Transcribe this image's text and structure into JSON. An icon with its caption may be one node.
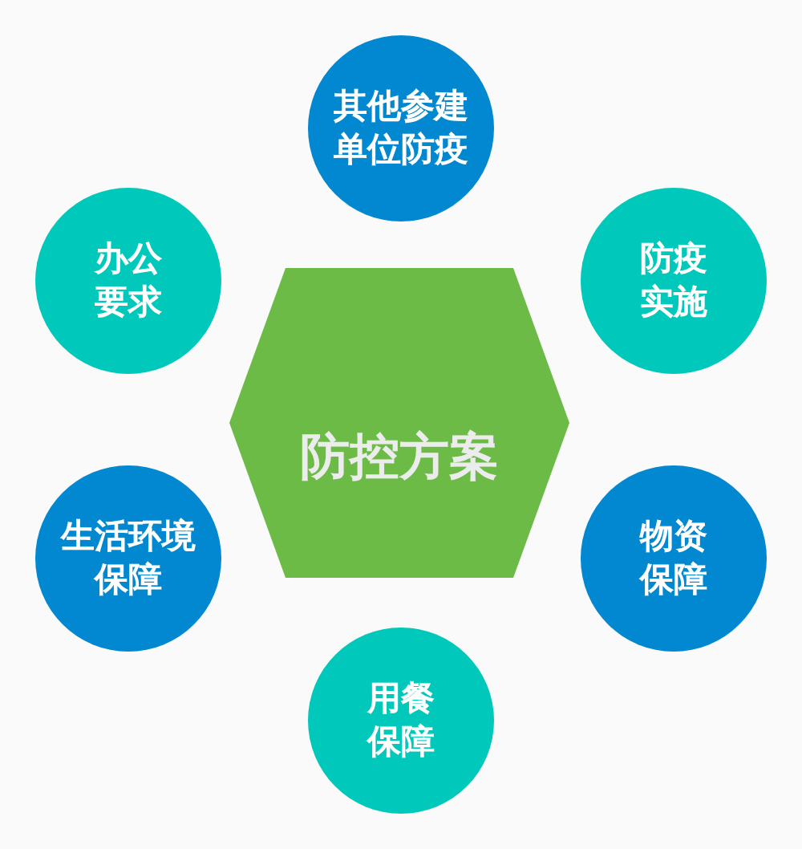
{
  "diagram": {
    "nodes": [
      {
        "text": [
          "其他参建单位防疫"
        ]
      },
      {
        "text": [
          "办公要求"
        ]
      },
      {
        "text": [
          "防疫实施"
        ]
      },
      {
        "text": [
          "防控方案"
        ]
      },
      {
        "text": [
          "生活环境保障"
        ]
      },
      {
        "text": [
          "物资保障"
        ]
      },
      {
        "text": [
          "用餐保障"
        ]
      }
    ]
  }
}
